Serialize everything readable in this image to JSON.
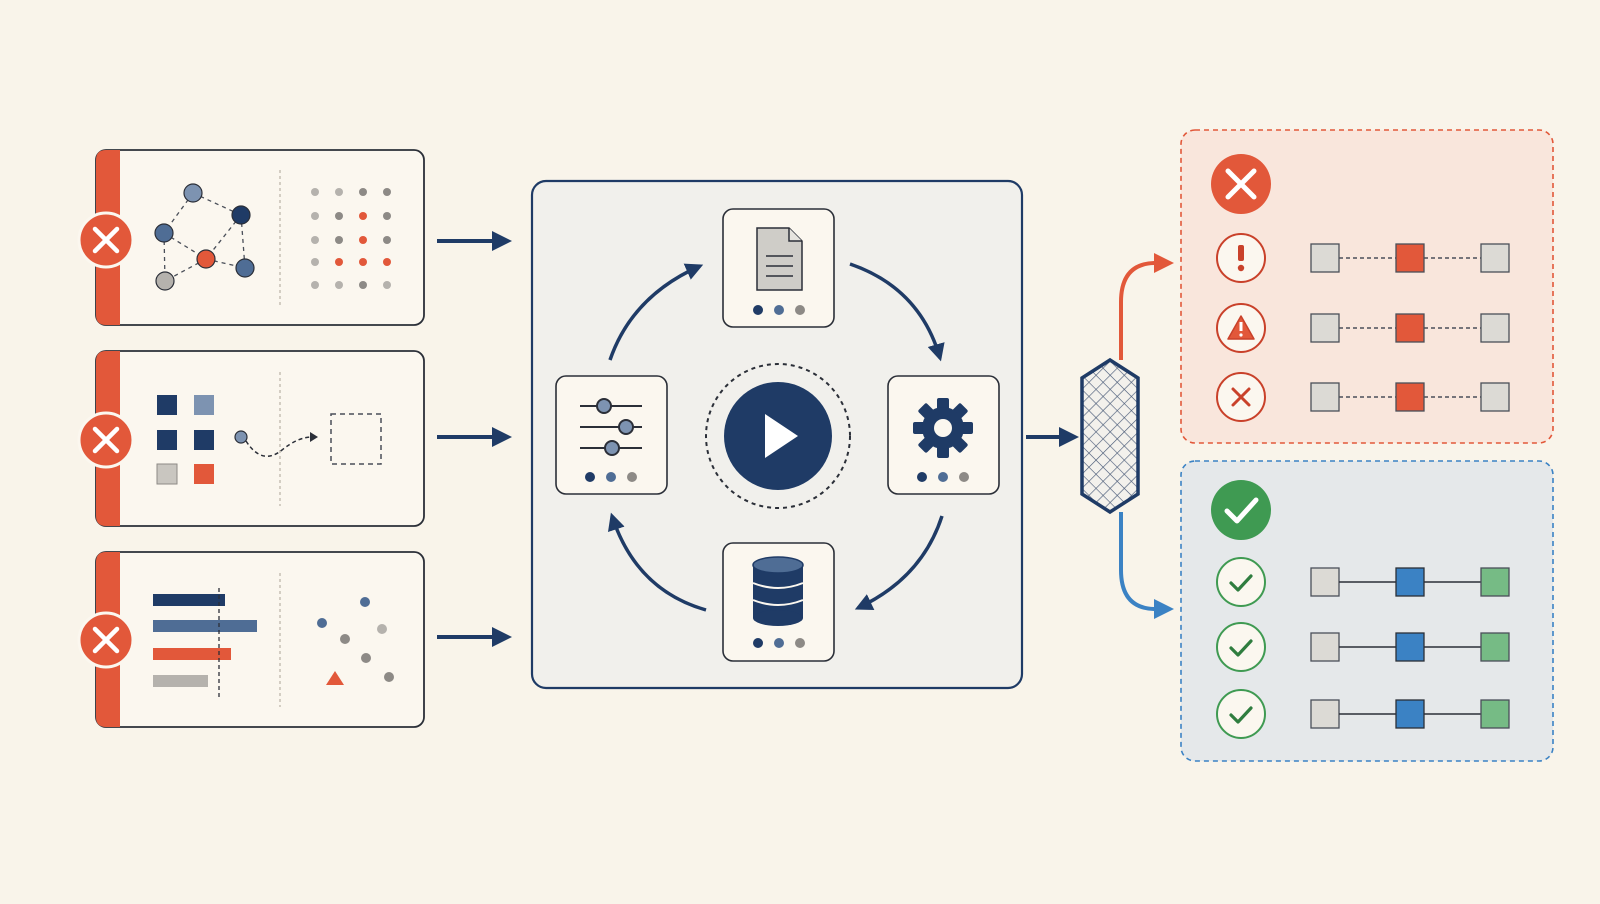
{
  "colors": {
    "background": "#f9f4ea",
    "ink": "#1f2d4d",
    "navy": "#1f3b66",
    "navy_mid": "#4f6d95",
    "steel": "#7d93b1",
    "red": "#e2583a",
    "red_light": "#f9e6dc",
    "blue": "#3b82c4",
    "blue_light": "#e5e8ea",
    "green": "#3f9a52",
    "green_light": "#76bb85",
    "gray": "#c9c6c0",
    "panel": "#f1f0ec"
  },
  "icons": {
    "input_failure": "x-circle-icon",
    "center_play": "play-icon",
    "stage_top": "document-icon",
    "stage_right": "gear-icon",
    "stage_bottom": "database-icon",
    "stage_left": "sliders-icon",
    "filter": "mesh-filter-icon",
    "fail_header": "x-circle-icon",
    "fail_rows": [
      "exclamation-icon",
      "warning-triangle-icon",
      "x-mark-icon"
    ],
    "pass_header": "check-circle-icon",
    "pass_rows": [
      "check-icon",
      "check-icon",
      "check-icon"
    ]
  },
  "input_cards": [
    {
      "name": "graph-and-dot-grid",
      "status": "failed"
    },
    {
      "name": "blocks-and-dashed-target",
      "status": "failed"
    },
    {
      "name": "bars-and-scatter",
      "status": "failed"
    }
  ],
  "outcomes": {
    "fail_rows": 3,
    "pass_rows": 3
  }
}
